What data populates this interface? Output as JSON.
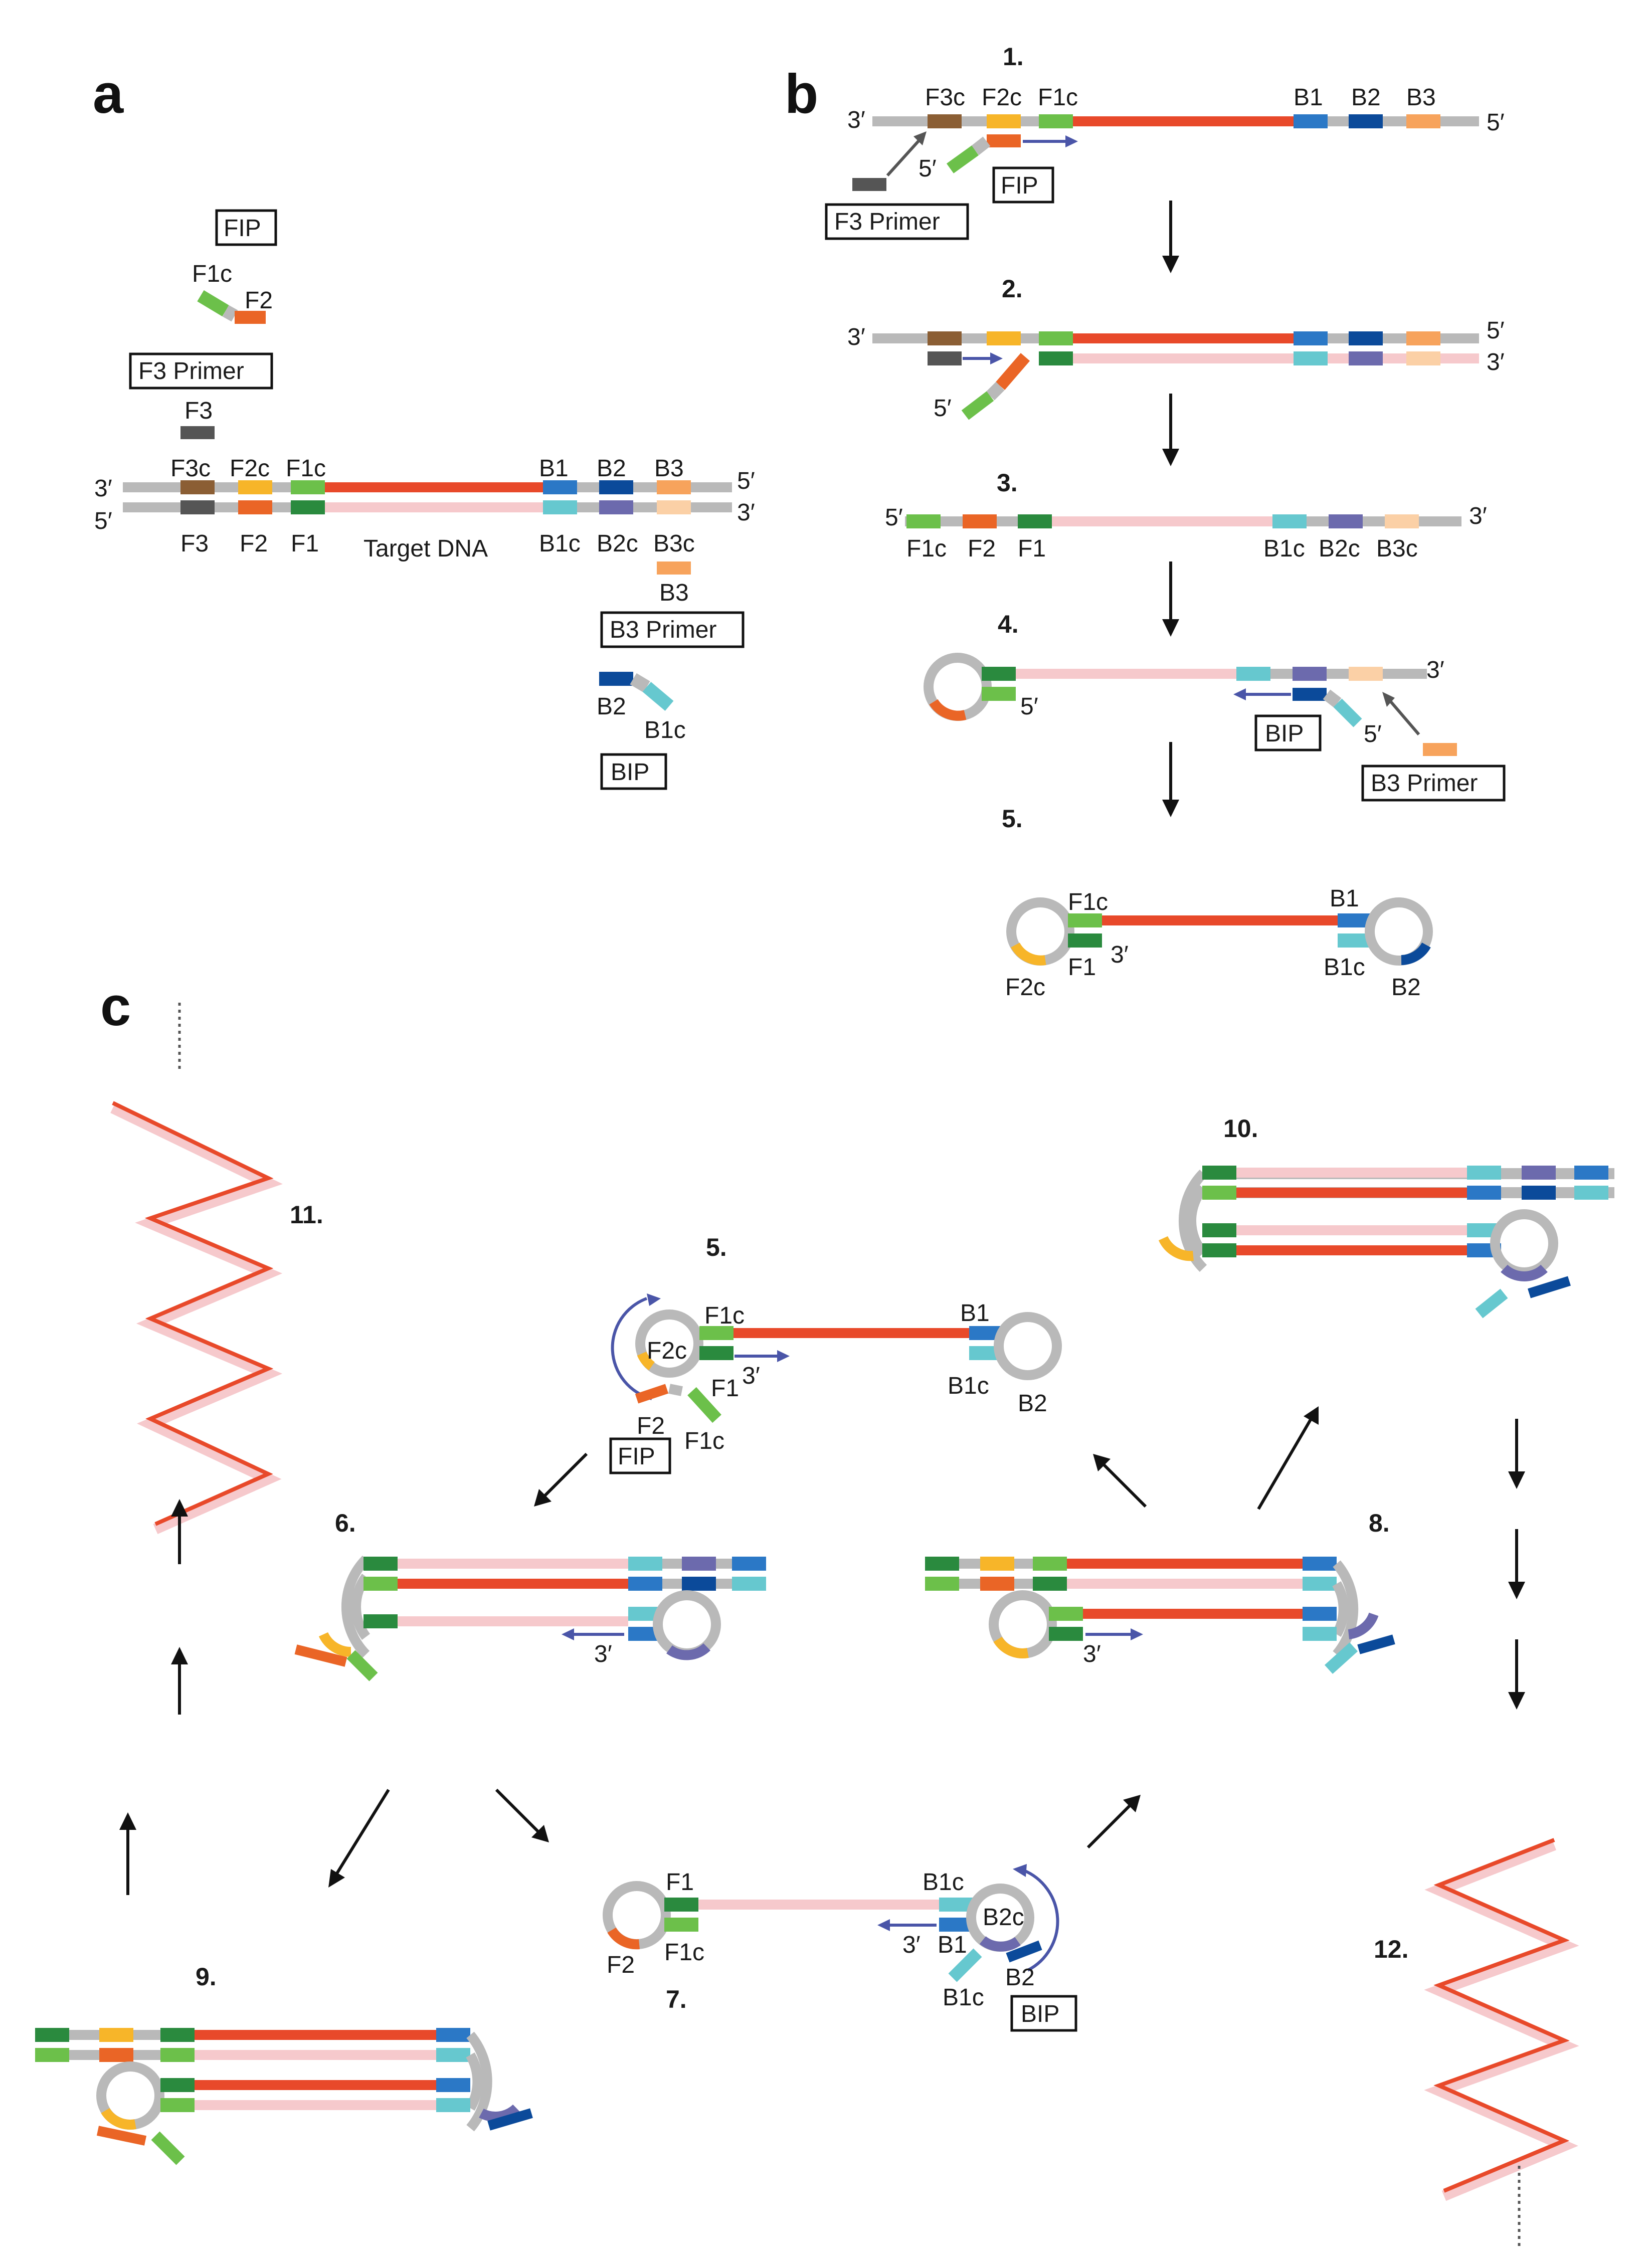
{
  "colors": {
    "gray": "#b9b9b9",
    "pink": "#f6c9cc",
    "red": "#e8492a",
    "F3c": "#8b5e34",
    "F3": "#555555",
    "F2c": "#f7b529",
    "F2": "#ea6526",
    "F1c": "#6cc04a",
    "F1": "#2a8a3e",
    "B1": "#2b78c6",
    "B1c": "#66c8cf",
    "B2": "#0b4a9a",
    "B2c": "#6c6aad",
    "B3": "#f7a35c",
    "B3c": "#fbd0a6",
    "arrow_blue": "#4a55a8",
    "black": "#111111"
  },
  "panels": {
    "a": "a",
    "b": "b",
    "c": "c"
  },
  "steps": {
    "s1": "1.",
    "s2": "2.",
    "s3": "3.",
    "s4": "4.",
    "s5b": "5.",
    "s5c": "5.",
    "s6": "6.",
    "s7": "7.",
    "s8": "8.",
    "s9": "9.",
    "s10": "10.",
    "s11": "11.",
    "s12": "12."
  },
  "boxes": {
    "fip": "FIP",
    "f3_primer": "F3 Primer",
    "b3_primer": "B3 Primer",
    "bip": "BIP"
  },
  "labels": {
    "F3c": "F3c",
    "F2c": "F2c",
    "F1c": "F1c",
    "B1": "B1",
    "B2": "B2",
    "B3": "B3",
    "F3": "F3",
    "F2": "F2",
    "F1": "F1",
    "B1c": "B1c",
    "B2c": "B2c",
    "B3c": "B3c",
    "target_dna": "Target DNA",
    "p3": "3′",
    "p5": "5′"
  }
}
